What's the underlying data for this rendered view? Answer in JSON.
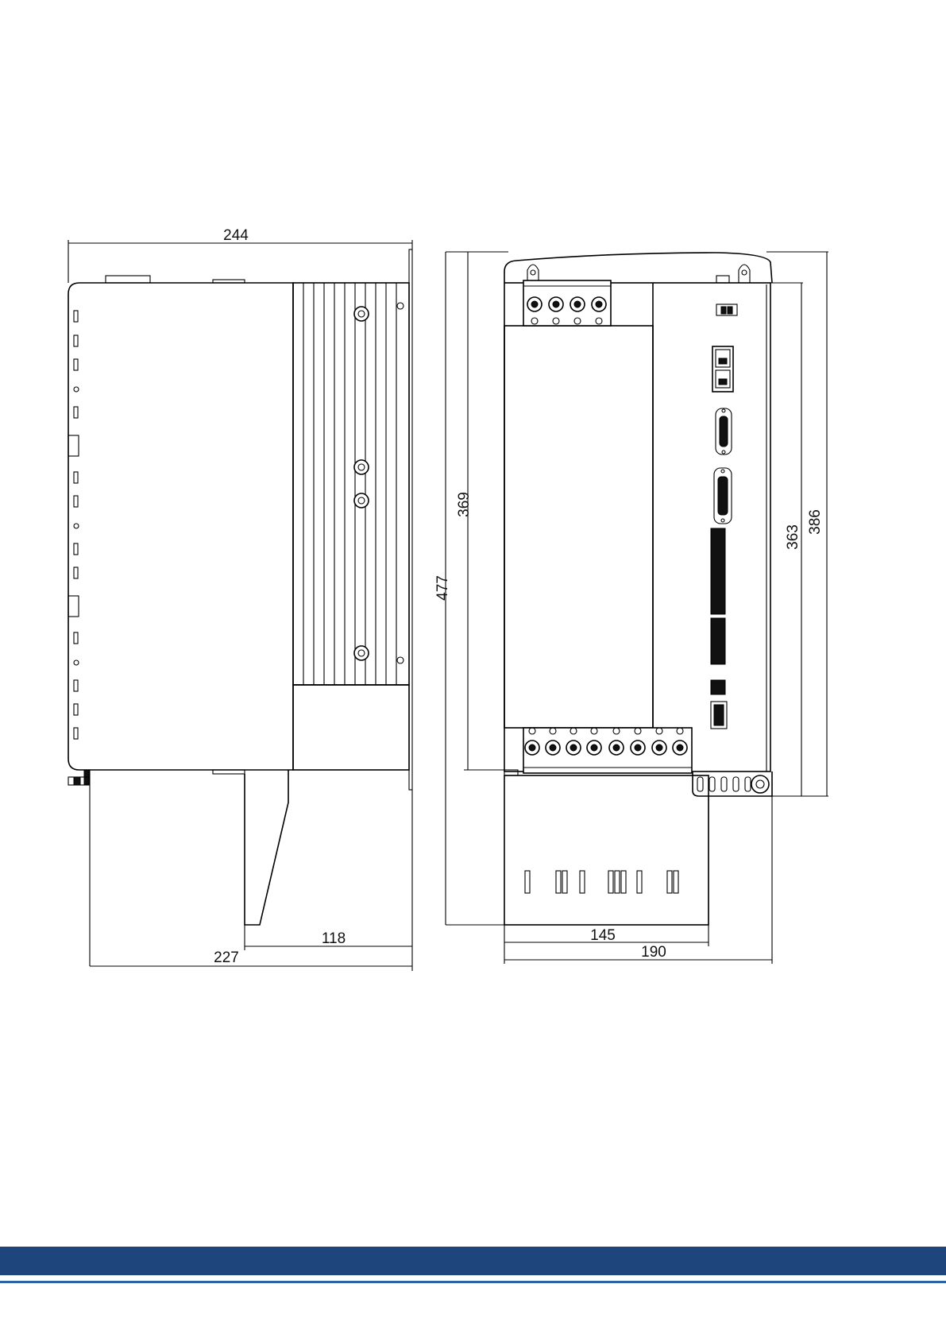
{
  "dimensions": {
    "width_side": "244",
    "depth_total": "227",
    "depth_partial": "118",
    "height_total": "477",
    "height_body": "369",
    "height_front": "363",
    "height_front_overall": "386",
    "width_front": "190",
    "width_front_partial": "145"
  },
  "colors": {
    "footer_band": "#1e467d",
    "footer_rule": "#2c63a8"
  }
}
